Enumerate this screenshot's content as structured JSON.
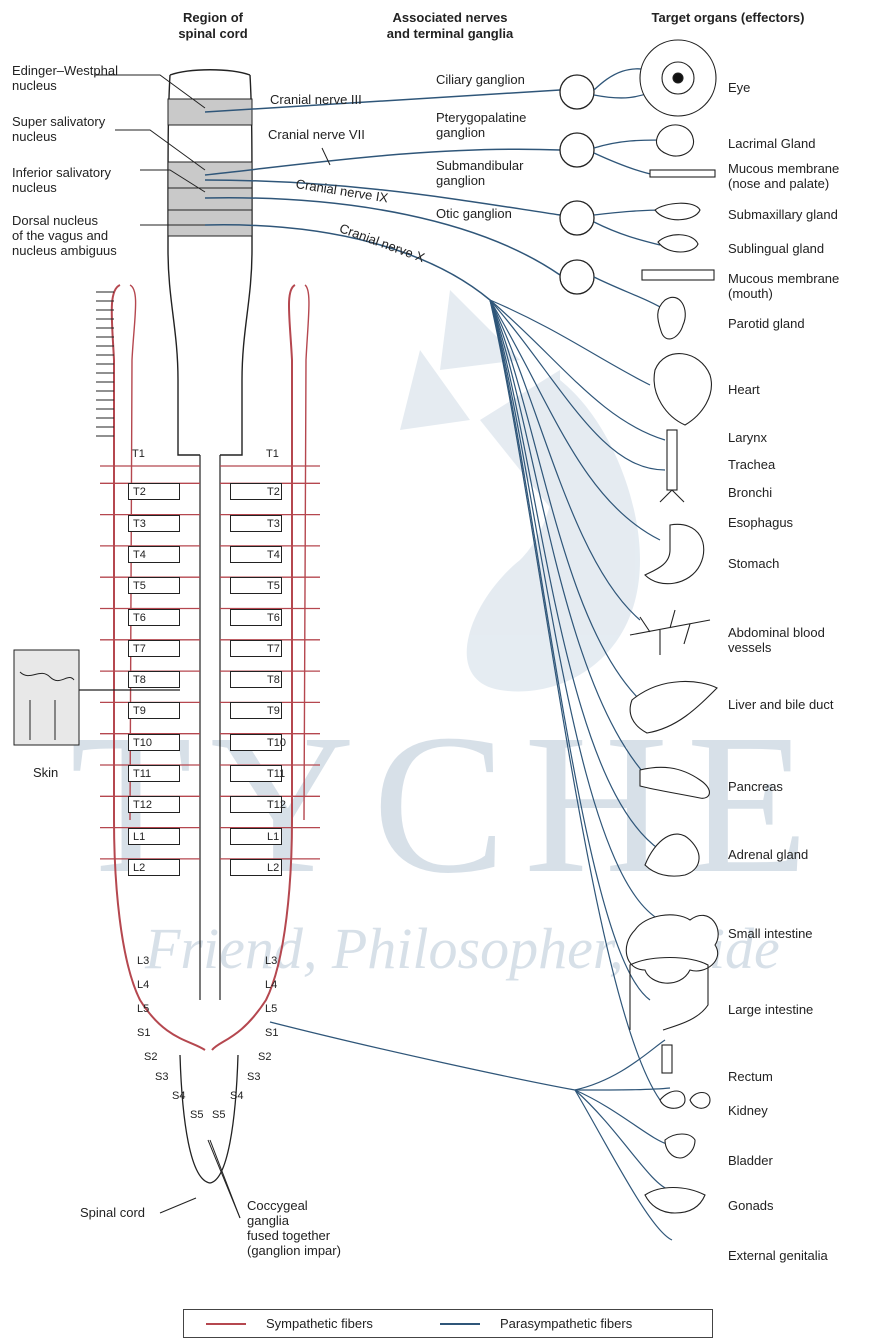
{
  "headers": {
    "region": "Region of\nspinal cord",
    "nerves": "Associated nerves\nand terminal ganglia",
    "targets": "Target organs (effectors)"
  },
  "nuclei": [
    {
      "id": "edinger",
      "text": "Edinger–Westphal\nnucleus"
    },
    {
      "id": "super",
      "text": "Super salivatory\nnucleus"
    },
    {
      "id": "inferior",
      "text": "Inferior salivatory\nnucleus"
    },
    {
      "id": "dorsal",
      "text": "Dorsal nucleus\nof the vagus and\nnucleus ambiguus"
    }
  ],
  "cranial_nerves": [
    "Cranial nerve III",
    "Cranial nerve VII",
    "Cranial nerve IX",
    "Cranial nerve X"
  ],
  "ganglia": [
    {
      "id": "ciliary",
      "text": "Ciliary ganglion"
    },
    {
      "id": "pterygo",
      "text": "Pterygopalatine\nganglion"
    },
    {
      "id": "submand",
      "text": "Submandibular\nganglion"
    },
    {
      "id": "otic",
      "text": "Otic ganglion"
    }
  ],
  "targets": [
    "Eye",
    "Lacrimal Gland",
    "Mucous membrane\n(nose and palate)",
    "Submaxillary gland",
    "Sublingual gland",
    "Mucous membrane\n(mouth)",
    "Parotid gland",
    "Heart",
    "Larynx",
    "Trachea",
    "Bronchi",
    "Esophagus",
    "Stomach",
    "Abdominal blood\nvessels",
    "Liver and bile duct",
    "Pancreas",
    "Adrenal gland",
    "Small intestine",
    "Large intestine",
    "Rectum",
    "Kidney",
    "Bladder",
    "Gonads",
    "External genitalia"
  ],
  "segments_thoracolumbar": [
    "T1",
    "T2",
    "T3",
    "T4",
    "T5",
    "T6",
    "T7",
    "T8",
    "T9",
    "T10",
    "T11",
    "T12",
    "L1",
    "L2"
  ],
  "segments_lower": [
    "L3",
    "L4",
    "L5",
    "S1",
    "S2",
    "S3",
    "S4",
    "S5"
  ],
  "left_labels": {
    "skin": "Skin",
    "spinal_cord": "Spinal cord",
    "coccygeal": "Coccygeal\nganglia\nfused together\n(ganglion impar)"
  },
  "legend": {
    "sympathetic": "Sympathetic fibers",
    "parasympathetic": "Parasympathetic fibers",
    "sympathetic_color": "#b5474f",
    "parasympathetic_color": "#2f5679"
  },
  "watermark": {
    "large": "TYCHE",
    "tagline": "Friend, Philosopher, Guide"
  }
}
